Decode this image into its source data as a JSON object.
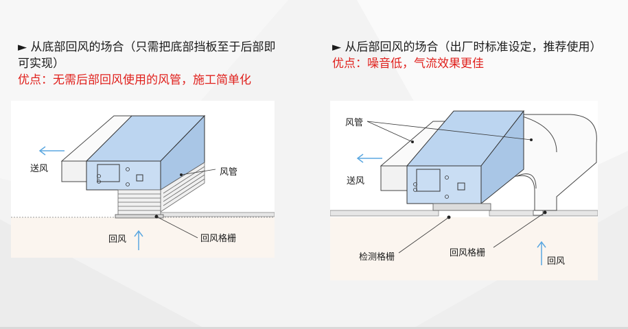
{
  "left": {
    "heading": "► 从底部回风的场合（只需把底部挡板至于后部即可实现）",
    "advantage": "优点：无需后部回风使用的风管，施工简单化",
    "labels": {
      "supply_air": "送风",
      "duct": "风管",
      "return_air": "回风",
      "return_grille": "回风格栅"
    }
  },
  "right": {
    "heading": "► 从后部回风的场合（出厂时标准设定，推荐使用）",
    "advantage": "优点：噪音低，气流效果更佳",
    "labels": {
      "duct": "风管",
      "supply_air": "送风",
      "inspection_grille": "检测格栅",
      "return_grille": "回风格栅",
      "return_air": "回风"
    }
  },
  "colors": {
    "unit_blue": "#bcd5f0",
    "arrow_blue": "#5aa7e0",
    "advantage_red": "#e0201c"
  }
}
